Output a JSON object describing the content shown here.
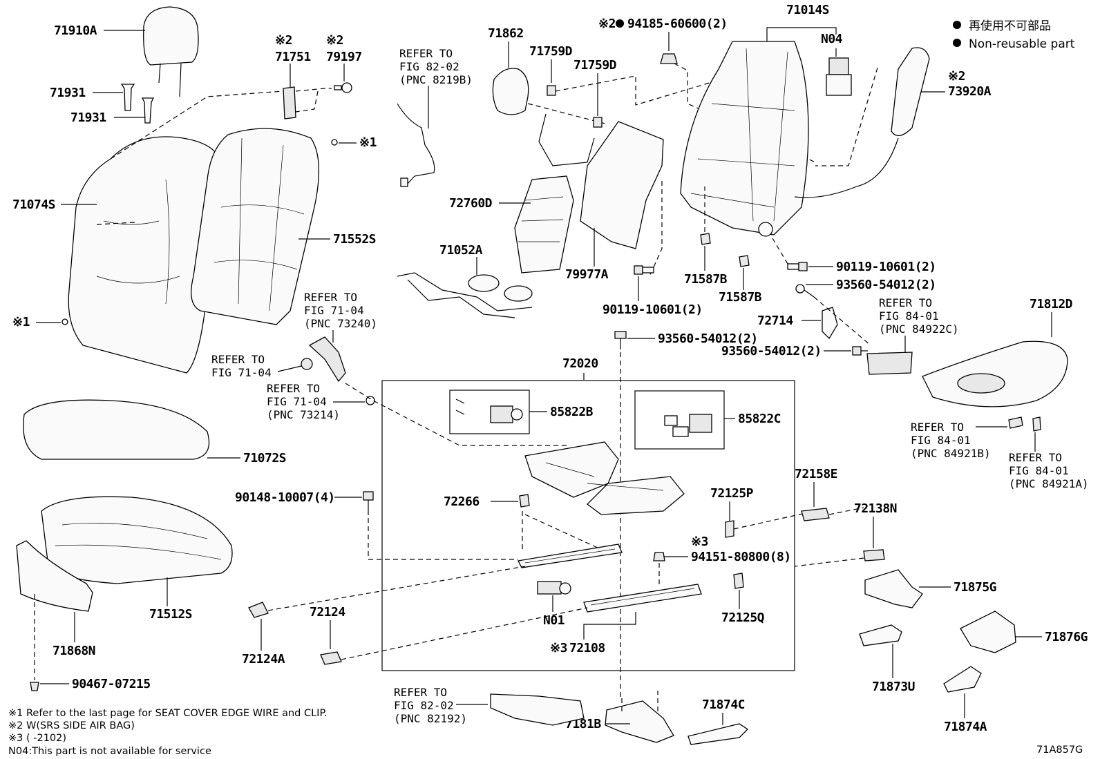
{
  "legend": {
    "line1": "再使用不可部品",
    "line2": "Non-reusable part"
  },
  "parts": {
    "p71910A": "71910A",
    "p71931a": "71931",
    "p71931b": "71931",
    "p71751": "71751",
    "p71751_mark": "※2",
    "p79197": "79197",
    "p79197_mark": "※2",
    "p71074S": "71074S",
    "p71552S": "71552S",
    "p71862": "71862",
    "p71759D_a": "71759D",
    "p71759D_b": "71759D",
    "p94185": "94185-60600(2)",
    "p94185_mark": "※2",
    "p71014S": "71014S",
    "pN04": "N04",
    "p73920A": "73920A",
    "p73920A_mark": "※2",
    "p72760D": "72760D",
    "p71052A": "71052A",
    "p79977A": "79977A",
    "p71587B_a": "71587B",
    "p71587B_b": "71587B",
    "p90119_a": "90119-10601(2)",
    "p90119_b": "90119-10601(2)",
    "p93560_a": "93560-54012(2)",
    "p93560_b": "93560-54012(2)",
    "p93560_c": "93560-54012(2)",
    "p72714": "72714",
    "p71812D": "71812D",
    "p72020": "72020",
    "p85822B": "85822B",
    "p85822C": "85822C",
    "p71072S": "71072S",
    "p90148": "90148-10007(4)",
    "p72266": "72266",
    "p72125P": "72125P",
    "p72158E": "72158E",
    "p72138N": "72138N",
    "p94151": "94151-80800(8)",
    "p94151_mark": "※3",
    "p71875G": "71875G",
    "p72125Q": "72125Q",
    "pN01": "N01",
    "p72108": "72108",
    "p72108_mark": "※3",
    "p72124": "72124",
    "p72124A": "72124A",
    "p71512S": "71512S",
    "p71868N": "71868N",
    "p90467": "90467-07215",
    "p71876G": "71876G",
    "p71873U": "71873U",
    "p71874C": "71874C",
    "p71874A": "71874A",
    "p7181B": "7181B",
    "clip1": "※1",
    "clip2": "※1"
  },
  "references": {
    "r8219B": [
      "REFER TO",
      "FIG 82-02",
      "(PNC 8219B)"
    ],
    "r73240": [
      "REFER TO",
      "FIG 71-04",
      "(PNC 73240)"
    ],
    "r7104": [
      "REFER TO",
      "FIG 71-04"
    ],
    "r73214": [
      "REFER TO",
      "FIG 71-04",
      "(PNC 73214)"
    ],
    "r84922C": [
      "REFER TO",
      "FIG 84-01",
      "(PNC 84922C)"
    ],
    "r84921B": [
      "REFER TO",
      "FIG 84-01",
      "(PNC 84921B)"
    ],
    "r84921A": [
      "REFER TO",
      "FIG 84-01",
      "(PNC 84921A)"
    ],
    "r82192": [
      "REFER TO",
      "FIG 82-02",
      "(PNC 82192)"
    ]
  },
  "footnotes": {
    "n1": "※1 Refer to the last page for SEAT COVER EDGE WIRE and CLIP.",
    "n2": "※2 W(SRS SIDE AIR BAG)",
    "n3": "※3 (        -2102)",
    "n4": "N04:This part is not available for service"
  },
  "figure_id": "71A857G"
}
